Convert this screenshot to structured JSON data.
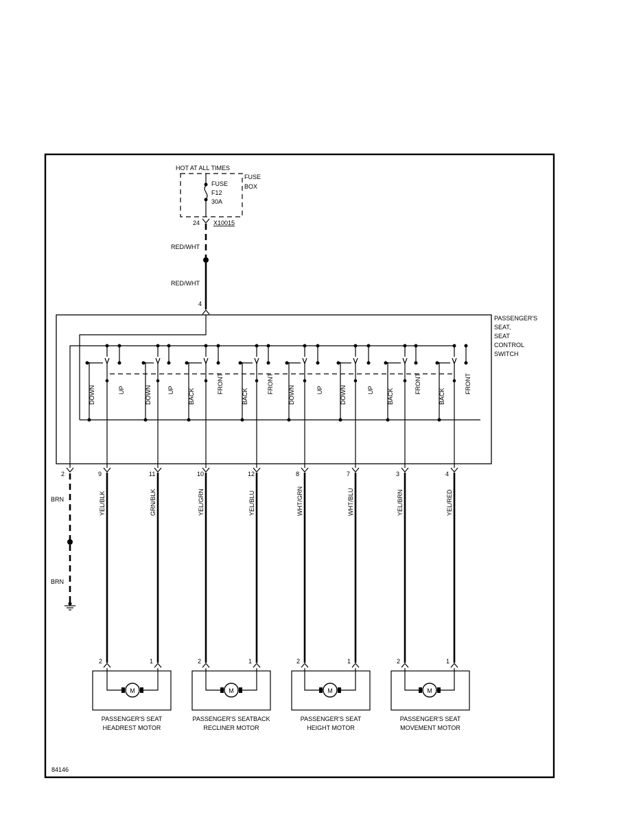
{
  "fuse_box": {
    "power_label": "HOT AT ALL TIMES",
    "box_label_1": "FUSE",
    "box_label_2": "BOX",
    "fuse_label_1": "FUSE",
    "fuse_label_2": "F12",
    "fuse_label_3": "30A",
    "pin": "24",
    "connector": "X10015"
  },
  "feed_wire": {
    "color_upper": "RED/WHT",
    "color_lower": "RED/WHT",
    "pin": "4"
  },
  "switch": {
    "label_1": "PASSENGER'S",
    "label_2": "SEAT,",
    "label_3": "SEAT",
    "label_4": "CONTROL",
    "label_5": "SWITCH",
    "contacts": [
      "DOWN",
      "UP",
      "DOWN",
      "UP",
      "BACK",
      "FRONT",
      "BACK",
      "FRONT",
      "DOWN",
      "UP",
      "DOWN",
      "UP",
      "BACK",
      "FRONT",
      "BACK",
      "FRONT"
    ]
  },
  "ground_wire": {
    "pin": "2",
    "color_upper": "BRN",
    "color_lower": "BRN"
  },
  "outputs": [
    {
      "pin": "9",
      "color": "YEL/BLK"
    },
    {
      "pin": "11",
      "color": "GRN/BLK"
    },
    {
      "pin": "10",
      "color": "YEL/GRN"
    },
    {
      "pin": "12",
      "color": "YEL/BLU"
    },
    {
      "pin": "8",
      "color": "WHT/GRN"
    },
    {
      "pin": "7",
      "color": "WHT/BLU"
    },
    {
      "pin": "3",
      "color": "YEL/BRN"
    },
    {
      "pin": "4",
      "color": "YEL/RED"
    }
  ],
  "motors": [
    {
      "line_1": "PASSENGER'S SEAT",
      "line_2": "HEADREST MOTOR",
      "pin_left": "2",
      "pin_right": "1",
      "symbol": "M"
    },
    {
      "line_1": "PASSENGER'S SEATBACK",
      "line_2": "RECLINER MOTOR",
      "pin_left": "2",
      "pin_right": "1",
      "symbol": "M"
    },
    {
      "line_1": "PASSENGER'S SEAT",
      "line_2": "HEIGHT MOTOR",
      "pin_left": "2",
      "pin_right": "1",
      "symbol": "M"
    },
    {
      "line_1": "PASSENGER'S SEAT",
      "line_2": "MOVEMENT MOTOR",
      "pin_left": "2",
      "pin_right": "1",
      "symbol": "M"
    }
  ],
  "figure_id": "84146"
}
